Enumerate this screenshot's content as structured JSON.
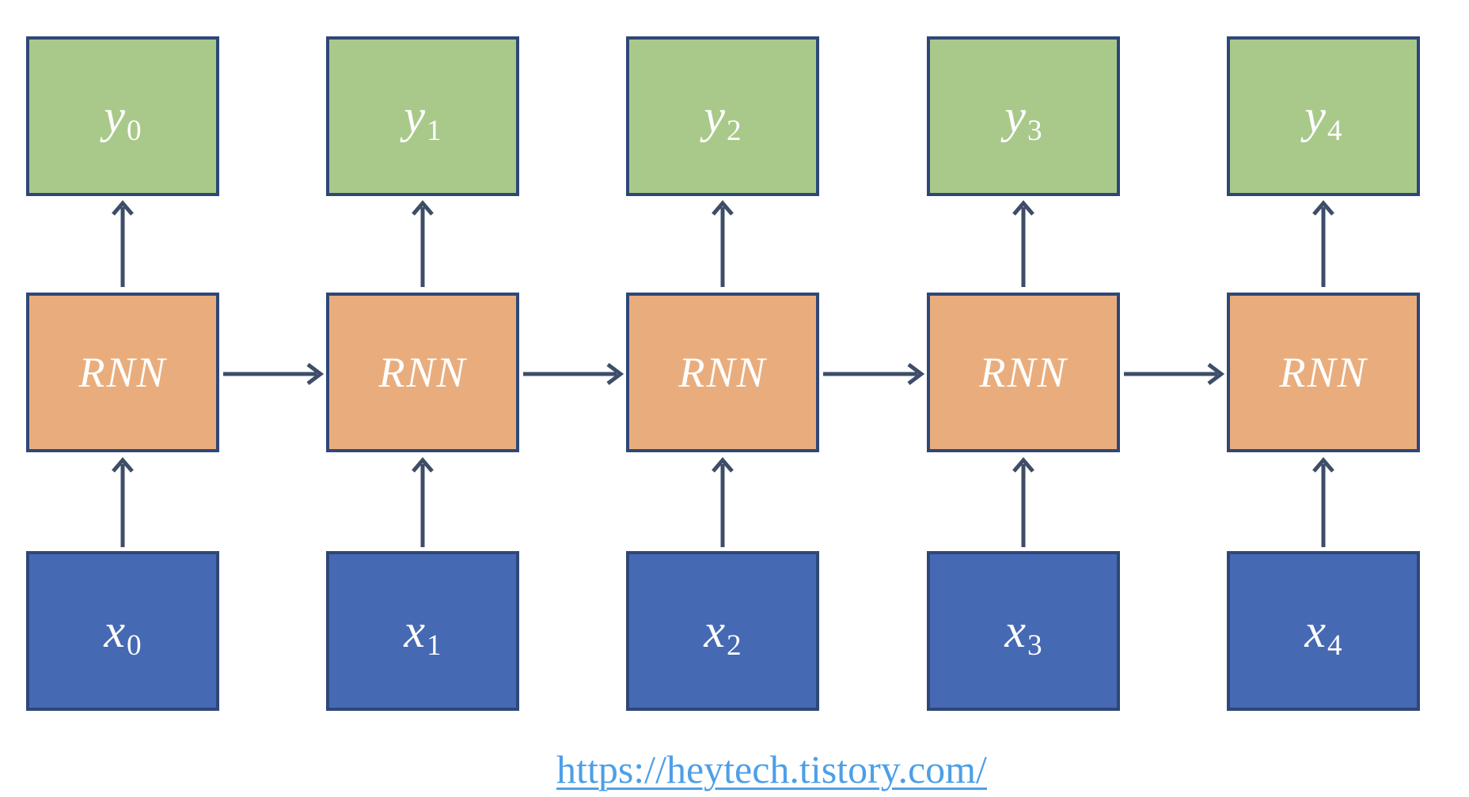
{
  "diagram": {
    "columns": [
      {
        "output_base": "y",
        "output_sub": "0",
        "cell": "RNN",
        "input_base": "x",
        "input_sub": "0"
      },
      {
        "output_base": "y",
        "output_sub": "1",
        "cell": "RNN",
        "input_base": "x",
        "input_sub": "1"
      },
      {
        "output_base": "y",
        "output_sub": "2",
        "cell": "RNN",
        "input_base": "x",
        "input_sub": "2"
      },
      {
        "output_base": "y",
        "output_sub": "3",
        "cell": "RNN",
        "input_base": "x",
        "input_sub": "3"
      },
      {
        "output_base": "y",
        "output_sub": "4",
        "cell": "RNN",
        "input_base": "x",
        "input_sub": "4"
      }
    ]
  },
  "footer": {
    "link_text": "https://heytech.tistory.com/"
  },
  "colors": {
    "output_fill": "#a9c98b",
    "cell_fill": "#e9ad7d",
    "input_fill": "#4669b4",
    "box_border": "#2e4777",
    "arrow": "#3e4d68",
    "link": "#4d9fe8",
    "label_text": "#ffffff",
    "background": "#ffffff"
  }
}
